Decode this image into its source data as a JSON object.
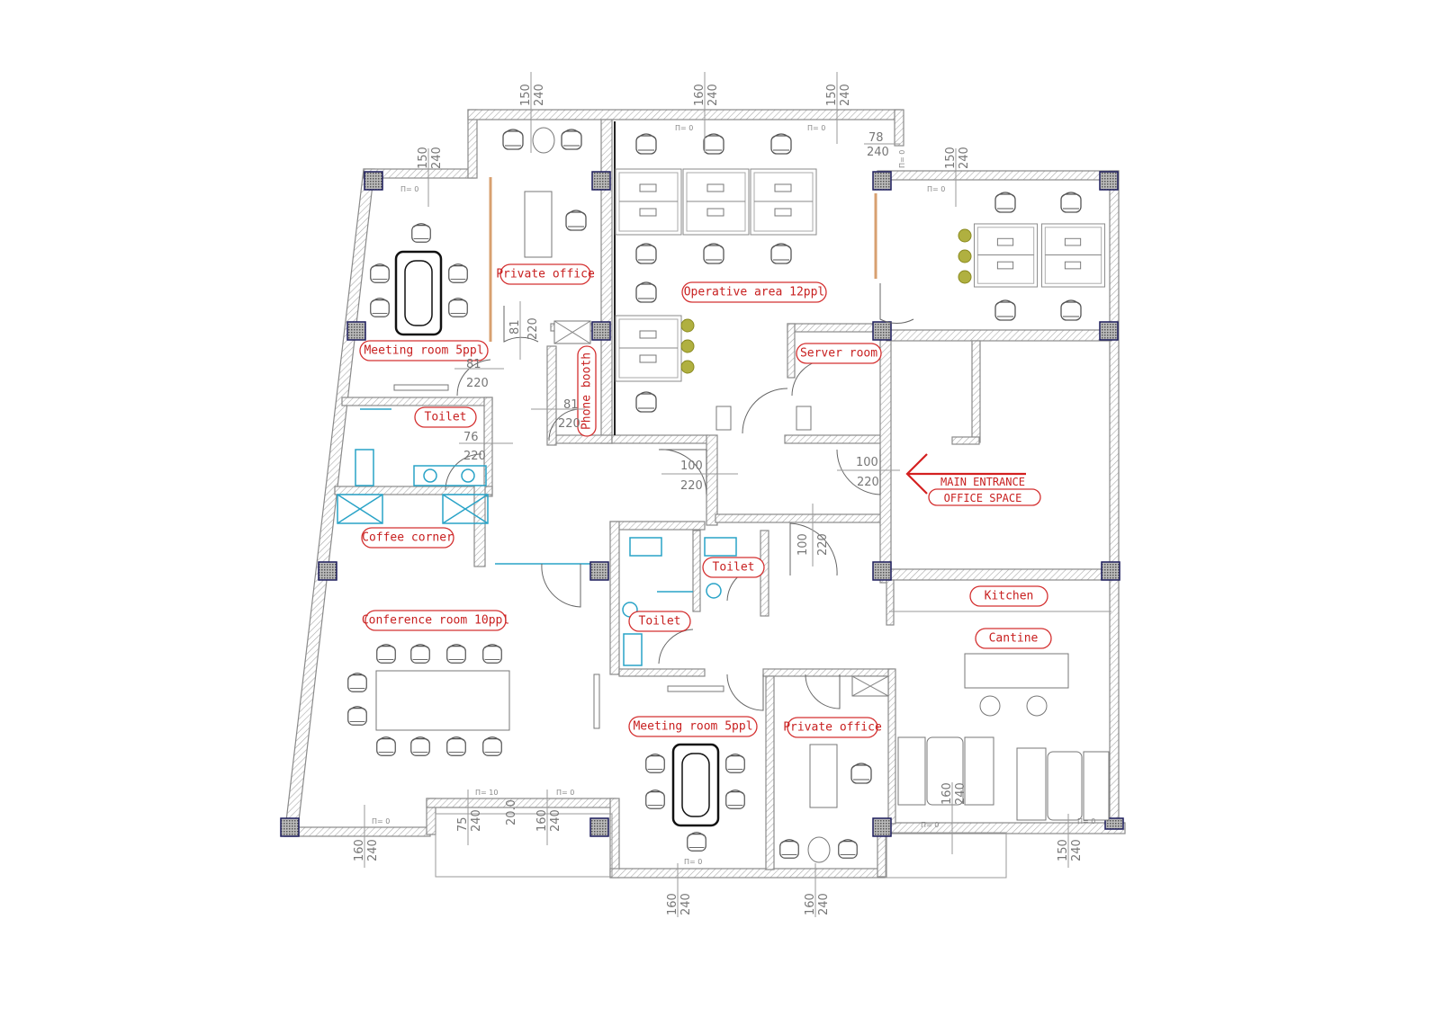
{
  "rooms": {
    "private_office_top": "Private office",
    "operative_area": "Operative area 12ppl",
    "meeting_room_top": "Meeting room 5ppl",
    "server_room": "Server room",
    "toilet_left": "Toilet",
    "phone_booth": "Phone booth",
    "coffee_corner": "Coffee corner",
    "toilet_right": "Toilet",
    "kitchen": "Kitchen",
    "toilet_center": "Toilet",
    "conference_room": "Conference room 10ppl",
    "cantine": "Cantine",
    "meeting_room_bottom": "Meeting room 5ppl",
    "private_office_bottom": "Private office"
  },
  "entrance": {
    "line1": "MAIN ENTRANCE",
    "line2": "OFFICE SPACE"
  },
  "dimensions": [
    "150",
    "240",
    "160",
    "240",
    "150",
    "240",
    "150",
    "240",
    "150",
    "240",
    "78",
    "240",
    "81",
    "220",
    "81",
    "220",
    "81",
    "220",
    "76",
    "220",
    "100",
    "220",
    "100",
    "220",
    "100",
    "220",
    "160",
    "240",
    "160",
    "240",
    "75",
    "240",
    "20.0",
    "160",
    "240",
    "160",
    "240",
    "160",
    "240",
    "150",
    "240"
  ],
  "sill_marks": [
    "П= 0",
    "П= 0",
    "П= 0",
    "П= 0",
    "П= 10",
    "П= 0",
    "П= 0",
    "П= 0",
    "П= 0",
    "П= 0",
    "П= 0"
  ],
  "colors": {
    "label": "#c82020",
    "wall": "#8a8a8a",
    "glass": "#29a3c7",
    "column": "#1c1c5c",
    "plant": "#9a9a30"
  }
}
